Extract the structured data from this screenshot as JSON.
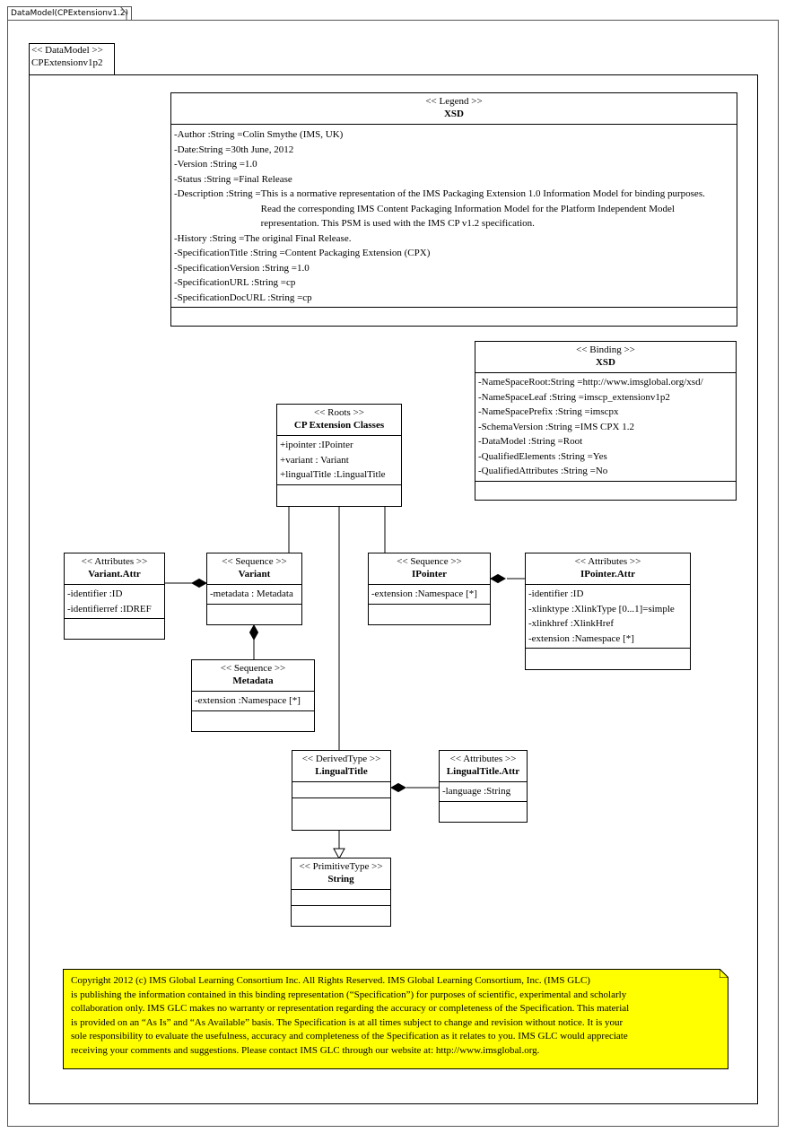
{
  "frame": {
    "title": "DataModel(CPExtensionv1.2)"
  },
  "package": {
    "stereotype": "<< DataModel >>",
    "name": "CPExtensionv1p2"
  },
  "legend": {
    "stereotype": "<< Legend >>",
    "name": "XSD",
    "attributes": [
      "-Author :String =Colin Smythe (IMS, UK)",
      "-Date:String =30th June, 2012",
      "-Version :String =1.0",
      "-Status :String =Final Release"
    ],
    "description_lead": "-Description :String =",
    "description_text": "This is a normative representation of the IMS Packaging Extension 1.0 Information Model for binding purposes.  Read the corresponding IMS Content Packaging Information Model for the Platform Independent Model representation. This PSM is used with the IMS CP v1.2 specification.",
    "attributes_after": [
      "-History :String =The original Final Release.",
      "-SpecificationTitle   :String =Content Packaging Extension (CPX)",
      "-SpecificationVersion   :String =1.0",
      "-SpecificationURL   :String =cp",
      "-SpecificationDocURL   :String =cp"
    ]
  },
  "binding": {
    "stereotype": "<< Binding  >>",
    "name": "XSD",
    "attributes": [
      "-NameSpaceRoot:String =http://www.imsglobal.org/xsd/",
      "-NameSpaceLeaf :String =imscp_extensionv1p2",
      "-NameSpacePrefix :String =imscpx",
      "-SchemaVersion  :String =IMS CPX 1.2",
      "-DataModel :String =Root",
      "-QualifiedElements   :String =Yes",
      "-QualifiedAttributes   :String =No"
    ]
  },
  "roots": {
    "stereotype": "<< Roots >>",
    "name": "CP Extension Classes",
    "attributes": [
      "+ipointer :IPointer",
      "+variant : Variant",
      "+lingualTitle   :LingualTitle"
    ]
  },
  "variant_attr": {
    "stereotype": "<< Attributes  >>",
    "name": "Variant.Attr",
    "attributes": [
      "-identifier  :ID",
      "-identifierref   :IDREF"
    ]
  },
  "variant": {
    "stereotype": "<< Sequence >>",
    "name": "Variant",
    "attributes": [
      "-metadata : Metadata"
    ]
  },
  "ipointer": {
    "stereotype": "<< Sequence >>",
    "name": "IPointer",
    "attributes": [
      "-extension :Namespace [*]"
    ]
  },
  "ipointer_attr": {
    "stereotype": "<< Attributes  >>",
    "name": "IPointer.Attr",
    "attributes": [
      "-identifier  :ID",
      "-xlinktype  :XlinkType  [0...1]=simple",
      "-xlinkhref  :XlinkHref",
      "-extension  :Namespace [*]"
    ]
  },
  "metadata": {
    "stereotype": "<< Sequence >>",
    "name": "Metadata",
    "attributes": [
      "-extension  :Namespace [*]"
    ]
  },
  "lingualtitle": {
    "stereotype": "<< DerivedType  >>",
    "name": "LingualTitle"
  },
  "lingualtitle_attr": {
    "stereotype": "<< Attributes  >>",
    "name": "LingualTitle.Attr",
    "attributes": [
      "-language  :String"
    ]
  },
  "string_type": {
    "stereotype": "<< PrimitiveType   >>",
    "name": "String"
  },
  "note": {
    "lines": [
      "Copyright 2012 (c) IMS Global Learning Consortium Inc.  All Rights Reserved.  IMS Global Learning Consortium, Inc. (IMS GLC)",
      "is publishing the information contained  in this binding representation (“Specification”) for purposes of scientific, experimental and scholarly",
      "collaboration only.  IMS GLC makes no warranty or representation regarding the accuracy or completeness of the Specification. This material",
      "is provided on an “As Is” and “As Available” basis.  The Specification is at all times subject to change and revision without notice.  It is your",
      "sole responsibility to evaluate the usefulness, accuracy and completeness of the Specification as it relates to  you. IMS GLC would appreciate",
      "receiving your comments and suggestions.  Please contact IMS GLC through our website at: http://www.imsglobal.org."
    ]
  }
}
